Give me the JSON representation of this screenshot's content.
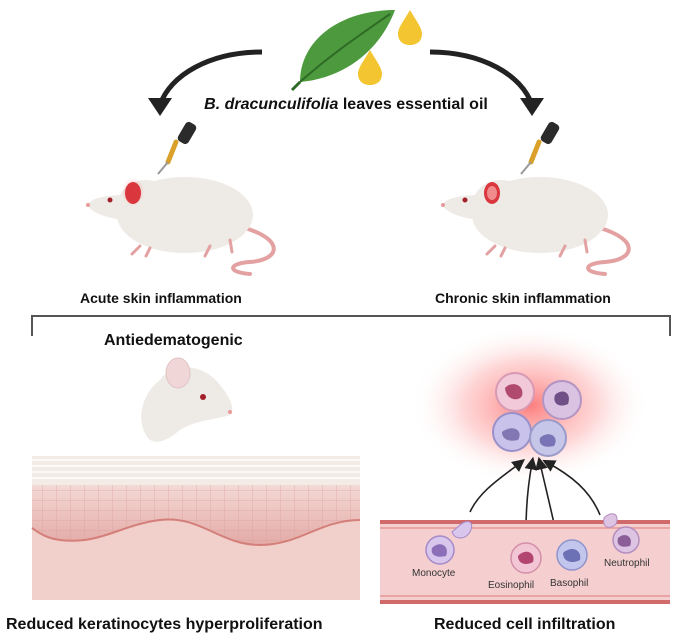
{
  "title": {
    "species": "B. dracunculifolia",
    "rest": " leaves essential oil"
  },
  "models": {
    "acute": "Acute skin inflammation",
    "chronic": "Chronic skin inflammation"
  },
  "effect": "Antiedematogenic",
  "outcomes": {
    "left": "Reduced keratinocytes hyperproliferation",
    "right": "Reduced cell infiltration"
  },
  "cells": {
    "monocyte": "Monocyte",
    "eosinophil": "Eosinophil",
    "basophil": "Basophil",
    "neutrophil": "Neutrophil"
  },
  "colors": {
    "leaf": "#4c9a3d",
    "oil": "#f3c531",
    "ear_red": "#d9363e",
    "skin": "#ecc2bf",
    "vessel": "#f2c3c3",
    "glow": "#fc6f6f"
  }
}
